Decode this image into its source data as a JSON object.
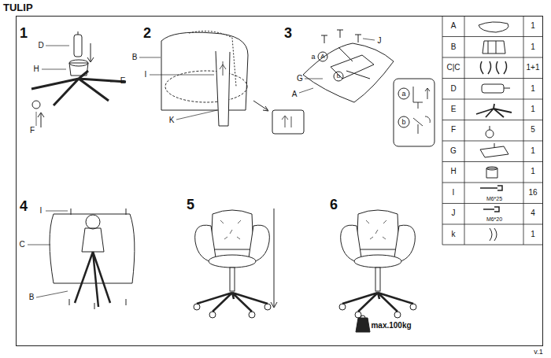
{
  "diagram": {
    "title": "TULIP",
    "labels": [
      "1",
      "D",
      "H",
      "E",
      "F",
      "2",
      "B",
      "I",
      "K",
      "3",
      "J",
      "a",
      "A",
      "b",
      "G",
      "A",
      "a",
      "b",
      "4",
      "I",
      "C",
      "B",
      "5",
      "6",
      "max.100kg",
      "v.1",
      "A",
      "1",
      "B",
      "1",
      "C|C",
      "1+1",
      "D",
      "1",
      "E",
      "1",
      "F",
      "5",
      "G",
      "1",
      "H",
      "1",
      "I",
      "M6*25",
      "16",
      "J",
      "M6*20",
      "4",
      "k",
      "1"
    ]
  }
}
